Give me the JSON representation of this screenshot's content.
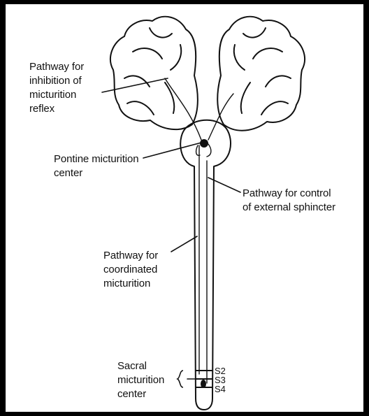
{
  "labels": {
    "inhibition_pathway": "Pathway for\ninhibition of\nmicturition\nreflex",
    "pontine_center": "Pontine micturition\ncenter",
    "external_sphincter_pathway": "Pathway for control\nof external sphincter",
    "coordinated_pathway": "Pathway for\ncoordinated\nmicturition",
    "sacral_center": "Sacral\nmicturition\ncenter"
  },
  "segments": [
    "S2",
    "S3",
    "S4"
  ],
  "colors": {
    "frame": "#000000",
    "background": "#ffffff",
    "ink": "#111111"
  }
}
